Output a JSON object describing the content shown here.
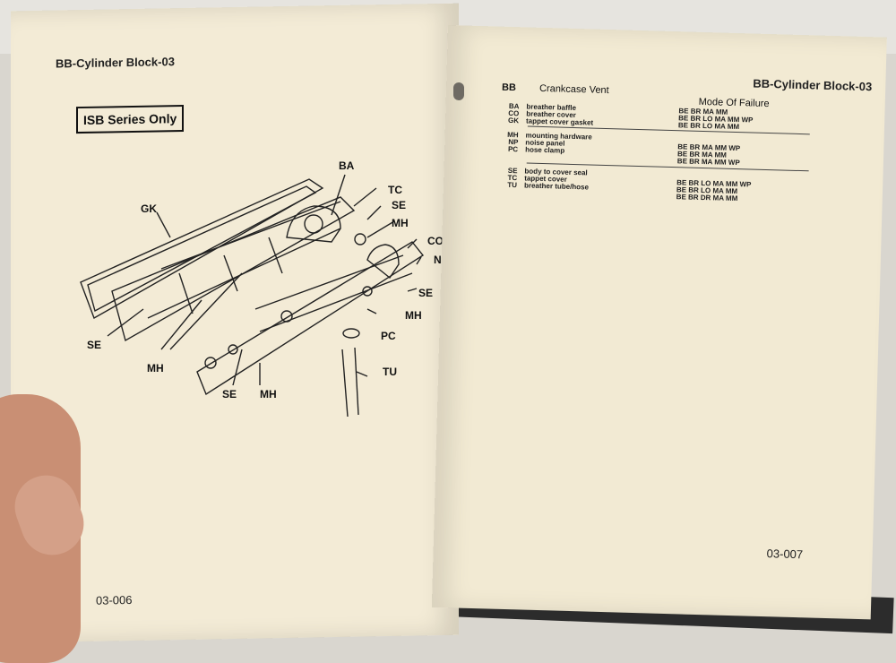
{
  "left_page": {
    "header": "BB-Cylinder Block-03",
    "series_box": "ISB Series Only",
    "page_number": "03-006",
    "diagram_labels": [
      "BA",
      "TC",
      "SE",
      "MH",
      "CO",
      "NP",
      "SE",
      "MH",
      "PC",
      "TU",
      "GK",
      "SE",
      "MH",
      "SE",
      "MH"
    ]
  },
  "right_page": {
    "header": "BB-Cylinder Block-03",
    "group_code": "BB",
    "group_title": "Crankcase Vent",
    "mode_header": "Mode Of Failure",
    "page_number": "03-007",
    "rows": [
      {
        "code": "BA",
        "desc": "breather baffle",
        "modes": "BE BR MA MM"
      },
      {
        "code": "CO",
        "desc": "breather cover",
        "modes": "BE BR LO MA MM WP"
      },
      {
        "code": "GK",
        "desc": "tappet cover gasket",
        "modes": "BE BR LO MA MM"
      },
      {
        "code": "MH",
        "desc": "mounting hardware",
        "modes": ""
      },
      {
        "code": "NP",
        "desc": "noise panel",
        "modes": "BE BR MA MM WP"
      },
      {
        "code": "PC",
        "desc": "hose clamp",
        "modes": "BE BR MA MM"
      },
      {
        "code": "",
        "desc": "",
        "modes": "BE BR MA MM WP"
      },
      {
        "code": "SE",
        "desc": "body to cover seal",
        "modes": ""
      },
      {
        "code": "TC",
        "desc": "tappet cover",
        "modes": "BE BR LO MA MM WP"
      },
      {
        "code": "TU",
        "desc": "breather tube/hose",
        "modes": "BE BR LO MA MM"
      },
      {
        "code": "",
        "desc": "",
        "modes": "BE BR DR MA MM"
      }
    ]
  }
}
